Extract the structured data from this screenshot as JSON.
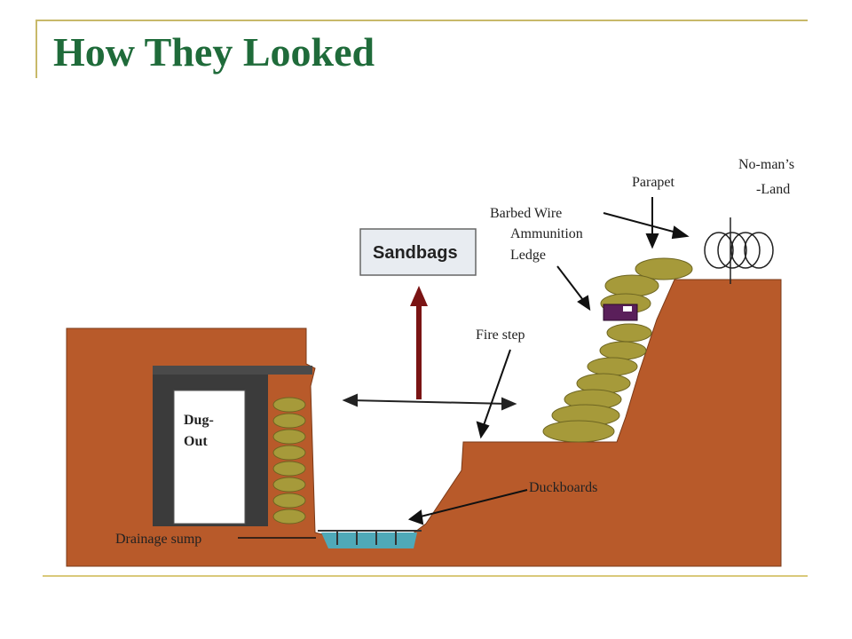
{
  "slide": {
    "title": "How They Looked"
  },
  "diagram": {
    "labels": {
      "sandbags": "Sandbags",
      "no_mans_land_line1": "No-man’s",
      "no_mans_land_line2": "-Land",
      "parapet": "Parapet",
      "barbed_wire": "Barbed Wire",
      "ammunition": "Ammunition",
      "ledge": "Ledge",
      "fire_step": "Fire step",
      "dugout_line1": "Dug-",
      "dugout_line2": "Out",
      "duckboards": "Duckboards",
      "drainage_sump": "Drainage sump"
    },
    "colors": {
      "earth": "#b85a2a",
      "sandbag": "#a69a3a",
      "sandbag_dark": "#6e6622",
      "dugout_wall": "#3b3b3b",
      "water": "#4fa9b8",
      "arrow_red": "#7a1414",
      "title_green": "#1f6b3a"
    }
  }
}
